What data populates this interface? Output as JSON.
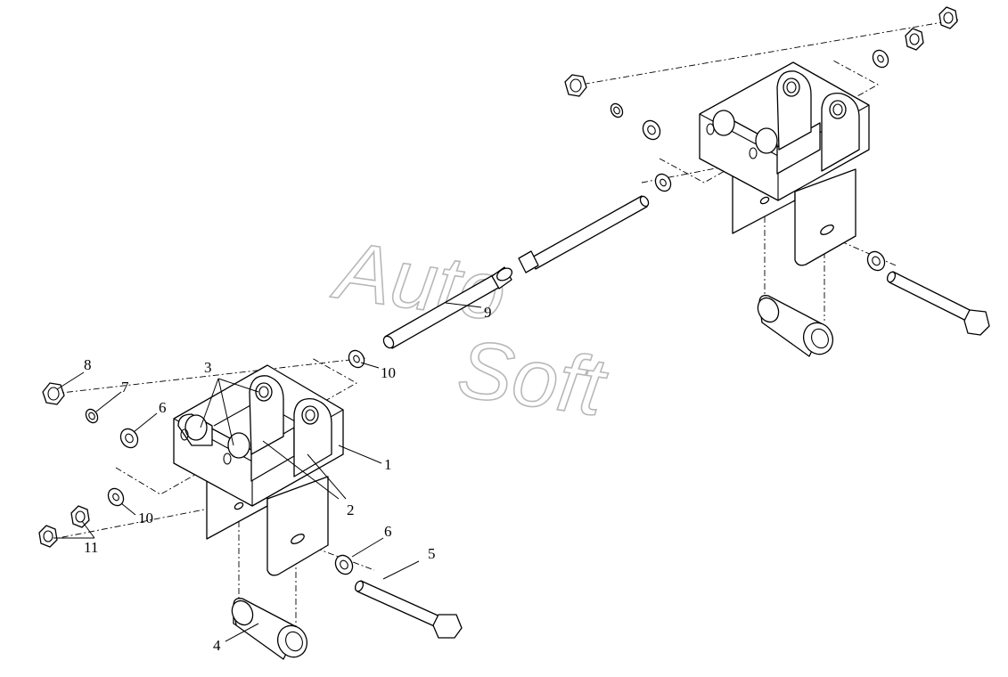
{
  "watermark": {
    "line1": "Auto",
    "line2": "Soft"
  },
  "callouts": {
    "c1": "1",
    "c2": "2",
    "c3": "3",
    "c4": "4",
    "c5": "5",
    "c6a": "6",
    "c6b": "6",
    "c7": "7",
    "c8": "8",
    "c9": "9",
    "c10a": "10",
    "c10b": "10",
    "c11": "11"
  }
}
